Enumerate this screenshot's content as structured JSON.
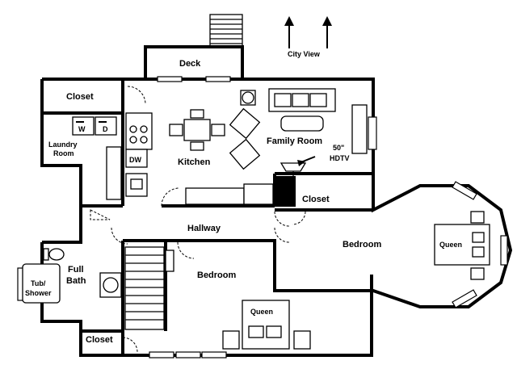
{
  "rooms": {
    "deck": "Deck",
    "closet_top": "Closet",
    "laundry_line1": "Laundry",
    "laundry_line2": "Room",
    "kitchen": "Kitchen",
    "family_room": "Family Room",
    "closet_mid": "Closet",
    "hallway": "Hallway",
    "bedroom_right": "Bedroom",
    "bedroom_mid": "Bedroom",
    "full_bath_line1": "Full",
    "full_bath_line2": "Bath",
    "tub_line1": "Tub/",
    "tub_line2": "Shower",
    "closet_bottom": "Closet"
  },
  "fixtures": {
    "washer": "W",
    "dryer": "D",
    "dishwasher": "DW",
    "bed_right": "Queen",
    "bed_mid": "Queen"
  },
  "annotations": {
    "city_view": "City View",
    "tv_size": "50\"",
    "tv_label": "HDTV"
  }
}
